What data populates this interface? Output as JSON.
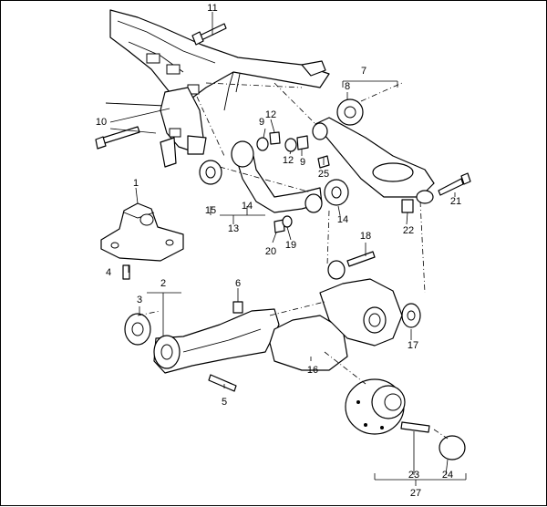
{
  "diagram": {
    "labels": {
      "l1": "1",
      "l2": "2",
      "l3": "3",
      "l4": "4",
      "l5": "5",
      "l6": "6",
      "l7": "7",
      "l8": "8",
      "l9a": "9",
      "l9b": "9",
      "l10": "10",
      "l11": "11",
      "l12a": "12",
      "l12b": "12",
      "l13": "13",
      "l14a": "14",
      "l14b": "14",
      "l15": "15",
      "l16": "16",
      "l17": "17",
      "l18": "18",
      "l19": "19",
      "l20": "20",
      "l21": "21",
      "l22": "22",
      "l23": "23",
      "l24": "24",
      "l25": "25",
      "l27": "27"
    }
  }
}
